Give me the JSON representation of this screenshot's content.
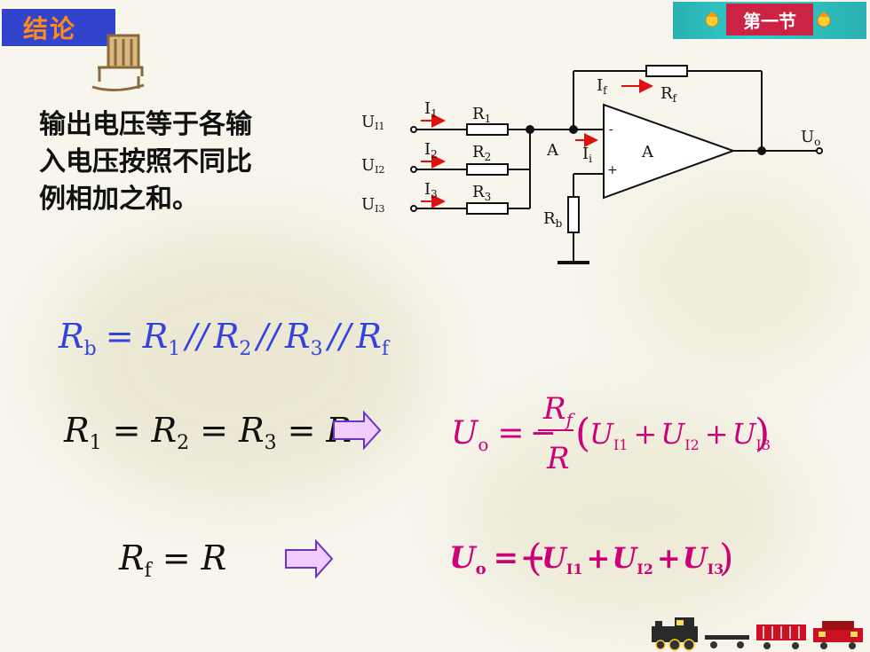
{
  "header": {
    "title": "结论",
    "section_label": "第一节"
  },
  "conclusion_lines": [
    "输出电压等于各输",
    "入电压按照不同比",
    "例相加之和。"
  ],
  "circuit": {
    "input_labels": [
      {
        "main": "U",
        "sub": "I1"
      },
      {
        "main": "U",
        "sub": "I2"
      },
      {
        "main": "U",
        "sub": "I3"
      }
    ],
    "current_labels": [
      {
        "main": "I",
        "sub": "1"
      },
      {
        "main": "I",
        "sub": "2"
      },
      {
        "main": "I",
        "sub": "3"
      }
    ],
    "resistor_labels": [
      {
        "main": "R",
        "sub": "1"
      },
      {
        "main": "R",
        "sub": "2"
      },
      {
        "main": "R",
        "sub": "3"
      }
    ],
    "feedback_current": {
      "main": "I",
      "sub": "f"
    },
    "feedback_resistor": {
      "main": "R",
      "sub": "f"
    },
    "node_label": "A",
    "input_current": {
      "main": "I",
      "sub": "i"
    },
    "opamp_label": "A",
    "minus_sign": "-",
    "plus_sign": "+",
    "bias_resistor": {
      "main": "R",
      "sub": "b"
    },
    "output_label": {
      "main": "U",
      "sub": "o"
    }
  },
  "formulas": {
    "rb": {
      "lhs": "R",
      "lhs_sub": "b",
      "eq": "=",
      "terms": [
        {
          "main": "R",
          "sub": "1"
        },
        {
          "op": "//"
        },
        {
          "main": "R",
          "sub": "2"
        },
        {
          "op": "//"
        },
        {
          "main": "R",
          "sub": "3"
        },
        {
          "op": "//"
        },
        {
          "main": "R",
          "sub": "f"
        }
      ]
    },
    "equal_r": {
      "text_r": "R",
      "subs": [
        "1",
        "2",
        "3"
      ],
      "eq": "=",
      "final": "R"
    },
    "uo_general": {
      "lhs": "U",
      "lhs_sub": "o",
      "eq": "=",
      "minus": "−",
      "num": "R",
      "num_sub": "f",
      "den": "R",
      "terms": [
        {
          "main": "U",
          "sub": "I1"
        },
        {
          "main": "U",
          "sub": "I2"
        },
        {
          "main": "U",
          "sub": "I3"
        }
      ],
      "plus": "+"
    },
    "rf_eq": {
      "lhs": "R",
      "lhs_sub": "f",
      "eq": "=",
      "rhs": "R"
    },
    "uo_simple": {
      "lhs": "U",
      "lhs_sub": "o",
      "eq": "=",
      "minus": "−",
      "terms": [
        {
          "main": "U",
          "sub": "I1"
        },
        {
          "main": "U",
          "sub": "I2"
        },
        {
          "main": "U",
          "sub": "I3"
        }
      ],
      "plus": "+"
    }
  },
  "colors": {
    "text": "#111111",
    "blue_formula": "#3344dd",
    "magenta_formula": "#cc0077",
    "arrow_red": "#dd1111",
    "arrow_fill": "#f0ccff",
    "arrow_stroke": "#6633cc"
  },
  "decorations": [
    "rocking-chair-icon",
    "train-icon",
    "bullet-icon"
  ]
}
